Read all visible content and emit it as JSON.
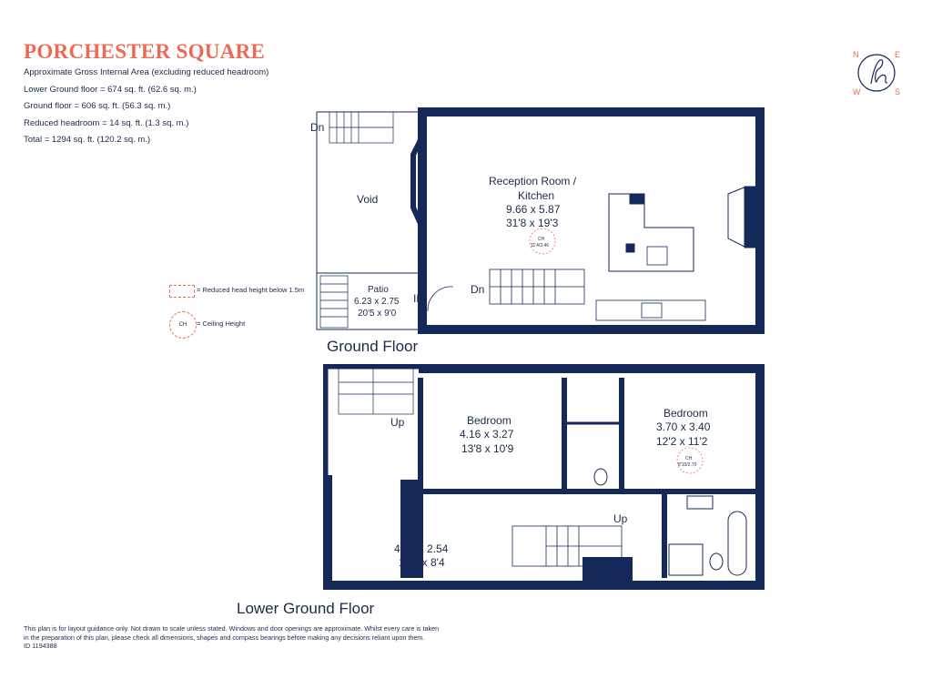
{
  "title": "PORCHESTER SQUARE",
  "area": {
    "heading": "Approximate Gross Internal Area  (excluding reduced headroom)",
    "lower_ground": "Lower Ground floor = 674 sq. ft. (62.6 sq. m.)",
    "ground": "Ground floor = 606 sq. ft. (56.3 sq. m.)",
    "reduced": "Reduced headroom = 14 sq. ft. (1.3 sq. m.)",
    "total": "Total =  1294 sq. ft. (120.2 sq. m.)"
  },
  "compass": {
    "n": "N",
    "e": "E",
    "w": "W",
    "s": "S",
    "logo_icon": "h-logo-icon",
    "accent": "#ec6a55"
  },
  "legend": {
    "reduced_head": "= Reduced head height below 1.5m",
    "ch_symbol": "CH",
    "ceiling": "= Ceiling Height"
  },
  "colors": {
    "wall": "#15285a",
    "line": "#15285a",
    "accent": "#ec6a55"
  },
  "ground_floor": {
    "label": "Ground Floor",
    "dn_top": "Dn",
    "void": "Void",
    "patio": {
      "name": "Patio",
      "metric": "6.23 x 2.75",
      "imperial": "20'5 x 9'0"
    },
    "in": "IN",
    "dn_stairs": "Dn",
    "reception": {
      "name1": "Reception Room /",
      "name2": "Kitchen",
      "metric": "9.66 x 5.87",
      "imperial": "31'8 x 19'3",
      "ch_label": "CH",
      "ch_value": "11'4/3.46"
    }
  },
  "lower_ground_floor": {
    "label": "Lower Ground Floor",
    "up_left": "Up",
    "bedroom1": {
      "name": "Bedroom",
      "metric": "4.16 x 3.27",
      "imperial": "13'8 x 10'9"
    },
    "bedroom2": {
      "name": "Bedroom",
      "metric": "3.70 x 3.40",
      "imperial": "12'2 x 11'2",
      "ch_label": "CH",
      "ch_value": "8'10/2.70"
    },
    "hall": {
      "metric": "4.98 x 2.54",
      "imperial": "16'4 x 8'4"
    },
    "up_stairs": "Up"
  },
  "disclaimer": {
    "line1": "This plan is for layout guidance only. Not drawn to scale unless stated. Windows and door openings are approximate. Whilst every care is taken",
    "line2": "in the preparation of this plan, please check all dimensions, shapes and compass bearings before making any decisions reliant upon them.",
    "line3": "ID 1194388"
  }
}
